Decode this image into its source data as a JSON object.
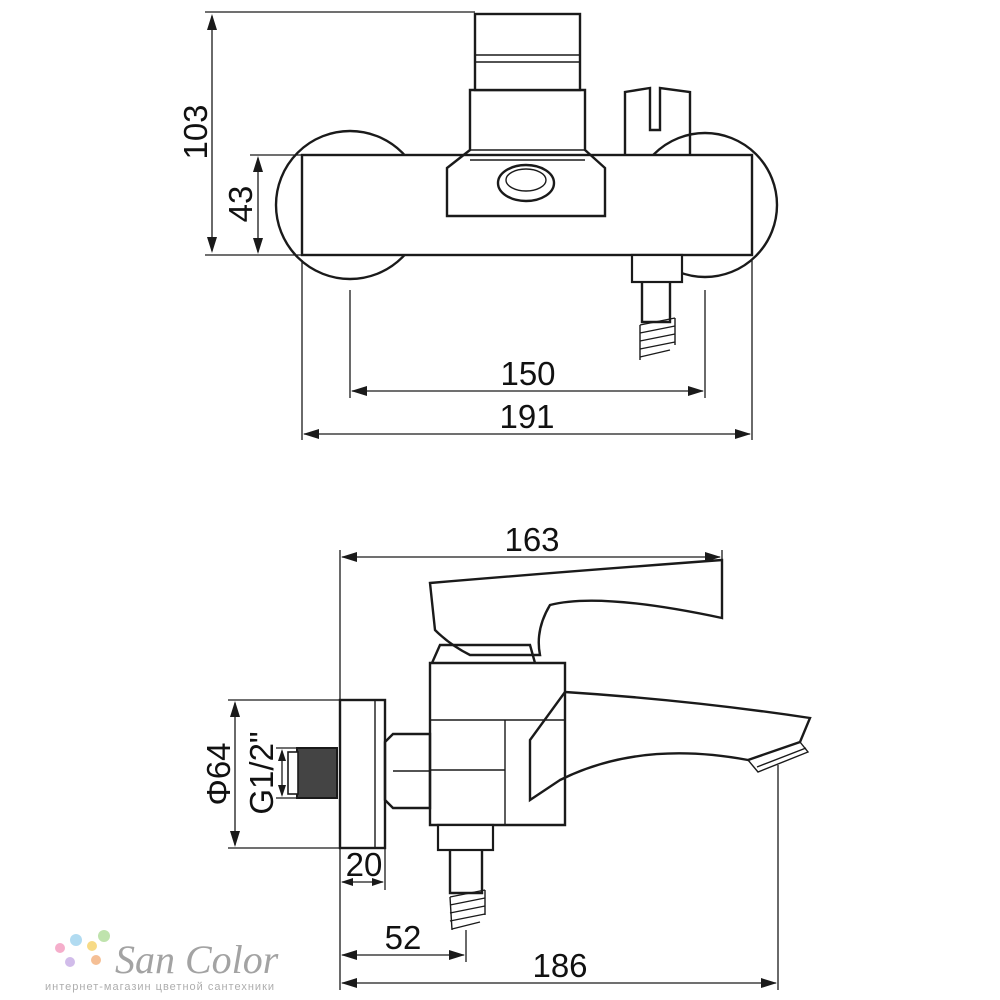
{
  "dimensions": {
    "d103": "103",
    "d43": "43",
    "d150": "150",
    "d191": "191",
    "d163": "163",
    "d64": "Φ64",
    "dG12": "G1/2\"",
    "d20": "20",
    "d52": "52",
    "d186": "186"
  },
  "logo": {
    "name": "San Color",
    "tagline": "интернет-магазин цветной сантехники",
    "dot_colors": [
      "#f4a6c6",
      "#a9d8f0",
      "#f7d67a",
      "#b9e0a5",
      "#cdb5e8",
      "#f5b98a"
    ]
  }
}
